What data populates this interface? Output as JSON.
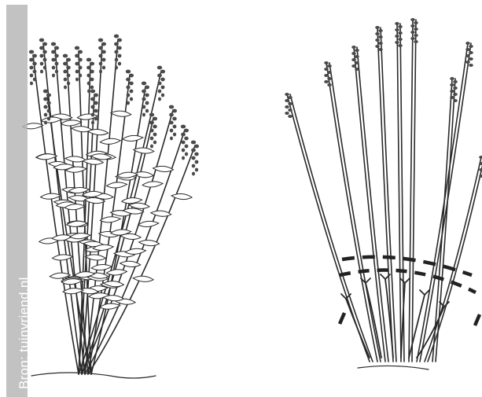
{
  "watermark": {
    "text": "Bron: tuinvriend.nl"
  },
  "illustration": {
    "left": "buddleja-before-pruning",
    "right": "buddleja-pruned"
  },
  "colors": {
    "ink": "#2a2a2a",
    "flower": "#4a4a4a",
    "watermark_bg": "#b4b4b4",
    "watermark_text": "#ffffff"
  }
}
